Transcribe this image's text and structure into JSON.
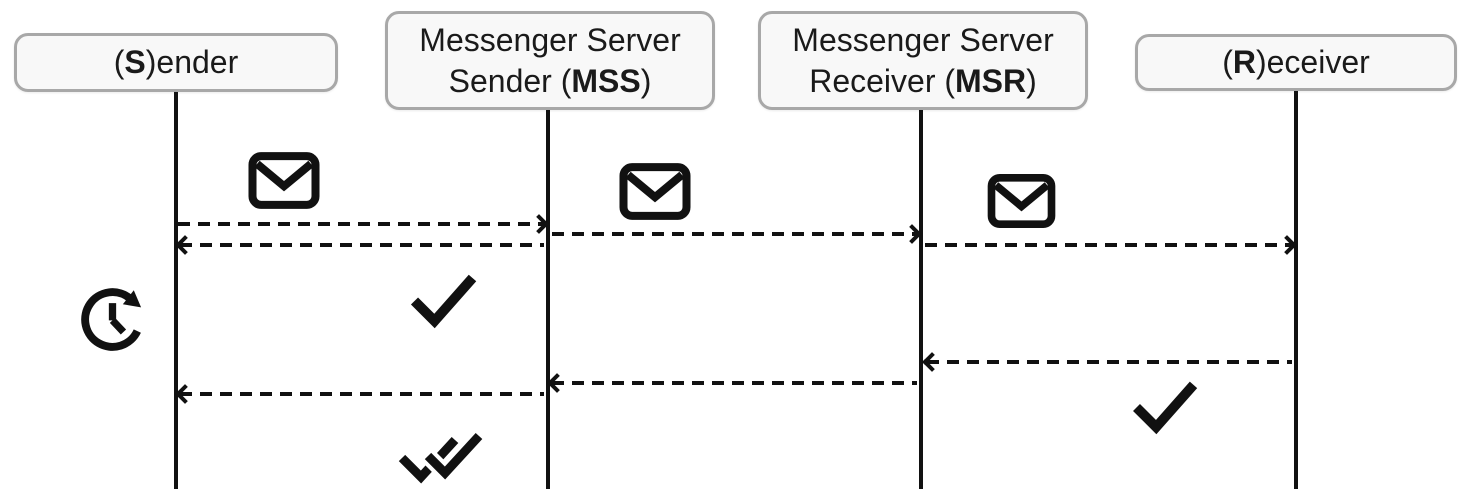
{
  "meta": {
    "diagram_type": "sequence-diagram",
    "background": "#ffffff",
    "stroke_color": "#111111",
    "box_fill": "#f8f8f8",
    "box_border": "#a8a8a8",
    "text_color": "#1a1a1a"
  },
  "participants": [
    {
      "id": "sender",
      "lines": [
        {
          "pre": "(",
          "bold": "S",
          "post": ")ender"
        }
      ]
    },
    {
      "id": "mss",
      "lines": [
        {
          "pre": "Messenger Server",
          "bold": "",
          "post": ""
        },
        {
          "pre": "Sender (",
          "bold": "MSS",
          "post": ")"
        }
      ]
    },
    {
      "id": "msr",
      "lines": [
        {
          "pre": "Messenger Server",
          "bold": "",
          "post": ""
        },
        {
          "pre": "Receiver (",
          "bold": "MSR",
          "post": ")"
        }
      ]
    },
    {
      "id": "receiver",
      "lines": [
        {
          "pre": "(",
          "bold": "R",
          "post": ")eceiver"
        }
      ]
    }
  ],
  "messages": [
    {
      "from": "Sender",
      "to": "MSS",
      "line_style": "dashed",
      "direction": "right",
      "icon": "envelope-icon"
    },
    {
      "from": "MSS",
      "to": "MSR",
      "line_style": "dashed",
      "direction": "right",
      "icon": "envelope-icon"
    },
    {
      "from": "MSR",
      "to": "Receiver",
      "line_style": "dashed",
      "direction": "right",
      "icon": "envelope-icon"
    },
    {
      "from": "MSS",
      "to": "Sender",
      "line_style": "dashed",
      "direction": "left"
    },
    {
      "from": "Receiver",
      "to": "MSR",
      "line_style": "dashed",
      "direction": "left",
      "icon": "single-check-icon"
    },
    {
      "from": "MSR",
      "to": "MSS",
      "line_style": "dashed",
      "direction": "left"
    },
    {
      "from": "MSS",
      "to": "Sender",
      "line_style": "dashed",
      "direction": "left",
      "icon": "double-check-icon"
    }
  ],
  "status_icons": [
    {
      "icon": "pending-clock-icon",
      "near": "Sender"
    },
    {
      "icon": "single-check-icon",
      "near": "MSS"
    },
    {
      "icon": "single-check-icon",
      "near": "Receiver"
    },
    {
      "icon": "double-check-icon",
      "near": "MSS"
    }
  ]
}
